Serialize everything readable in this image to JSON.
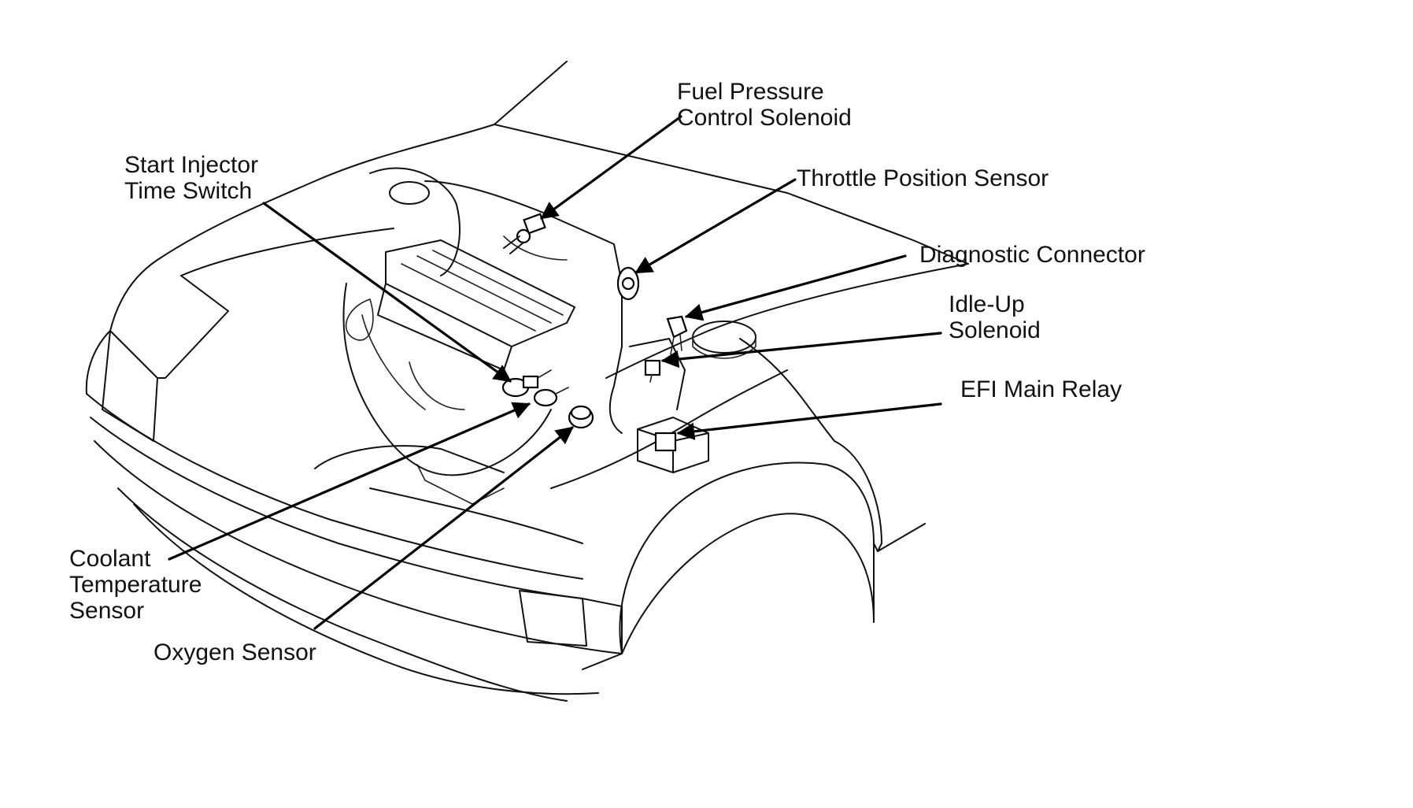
{
  "diagram": {
    "labels": {
      "fuel_pressure_control_solenoid": "Fuel Pressure\nControl Solenoid",
      "throttle_position_sensor": "Throttle Position Sensor",
      "diagnostic_connector": "Diagnostic Connector",
      "idle_up_solenoid": "Idle-Up\nSolenoid",
      "efi_main_relay": "EFI Main Relay",
      "start_injector_time_switch": "Start Injector\nTime Switch",
      "coolant_temperature_sensor": "Coolant\nTemperature\nSensor",
      "oxygen_sensor": "Oxygen Sensor"
    },
    "colors": {
      "ink": "#111111",
      "background": "#ffffff"
    }
  }
}
